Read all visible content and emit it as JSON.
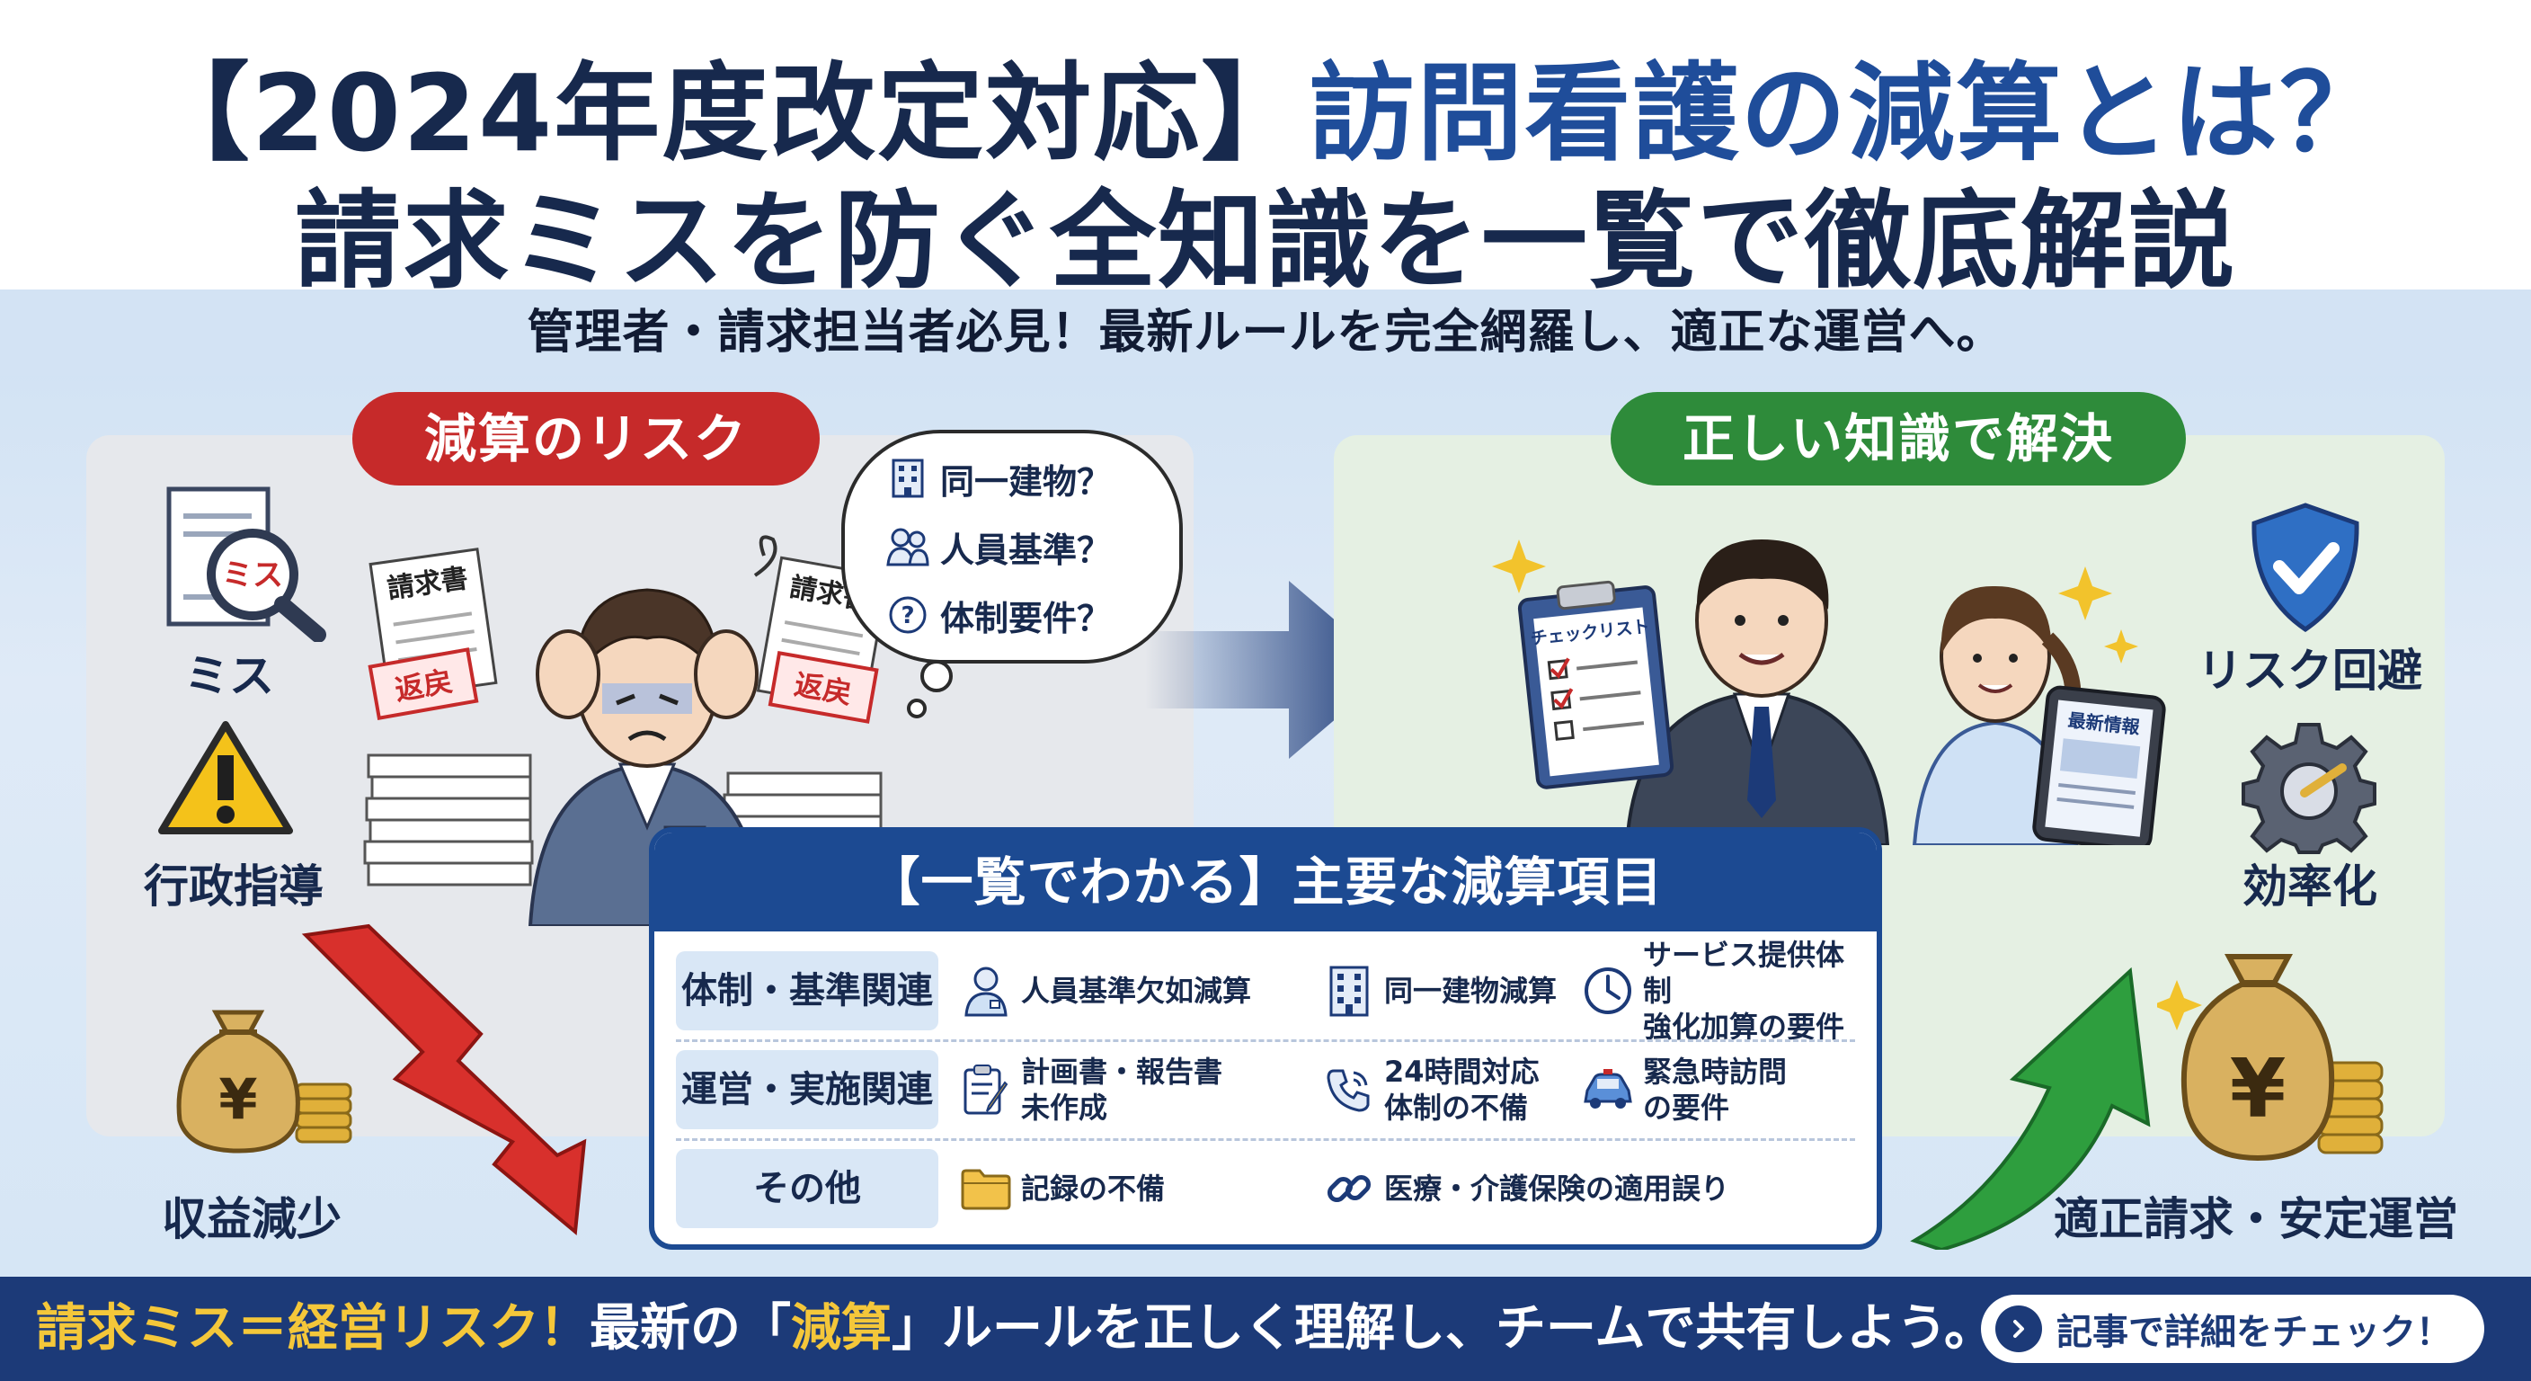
{
  "title": {
    "line1_bracket": "【2024年度改定対応】",
    "line1_main": "訪問看護の減算とは？",
    "line2": "請求ミスを防ぐ全知識を一覧で徹底解説"
  },
  "subtitle": "管理者・請求担当者必見！最新ルールを完全網羅し、適正な運営へ。",
  "left_panel": {
    "heading": "減算のリスク",
    "icons": [
      {
        "label": "ミス",
        "icon": "magnifier-document-icon",
        "badge": "ミス"
      },
      {
        "label": "行政指導",
        "icon": "warning-icon"
      },
      {
        "label": "収益減少",
        "icon": "money-bag-icon"
      }
    ],
    "thought_bubble": [
      "同一建物？",
      "人員基準？",
      "体制要件？"
    ],
    "document_labels": [
      "請求書",
      "請求書",
      "返戻",
      "返戻"
    ]
  },
  "right_panel": {
    "heading": "正しい知識で解決",
    "icons": [
      {
        "label": "リスク回避",
        "icon": "shield-check-icon"
      },
      {
        "label": "効率化",
        "icon": "gear-icon"
      },
      {
        "label": "適正請求・安定運営",
        "icon": "money-bag-icon"
      }
    ],
    "clipboard_label": "チェックリスト",
    "tablet_label": "最新情報"
  },
  "table": {
    "title": "【一覧でわかる】主要な減算項目",
    "rows": [
      {
        "category": "体制・基準関連",
        "items": [
          {
            "icon": "staff-icon",
            "text": "人員基準欠如減算"
          },
          {
            "icon": "building-icon",
            "text": "同一建物減算"
          },
          {
            "icon": "clock-icon",
            "text": "サービス提供体制\n強化加算の要件"
          }
        ]
      },
      {
        "category": "運営・実施関連",
        "items": [
          {
            "icon": "clipboard-pen-icon",
            "text": "計画書・報告書\n未作成"
          },
          {
            "icon": "phone-icon",
            "text": "24時間対応\n体制の不備"
          },
          {
            "icon": "car-icon",
            "text": "緊急時訪問\nの要件"
          }
        ]
      },
      {
        "category": "その他",
        "items": [
          {
            "icon": "folder-icon",
            "text": "記録の不備"
          },
          {
            "icon": "link-icon",
            "text": "医療・介護保険の適用誤り"
          }
        ]
      }
    ]
  },
  "footer": {
    "highlight1": "請求ミス＝経営リスク！",
    "text1": "最新の「",
    "highlight2": "減算",
    "text2": "」ルールを正しく理解し、チームで共有しよう。",
    "cta": "記事で詳細をチェック！"
  },
  "colors": {
    "navy": "#1c3a78",
    "red": "#c62a2a",
    "green": "#2e8b3a",
    "gold": "#f4c73a"
  }
}
